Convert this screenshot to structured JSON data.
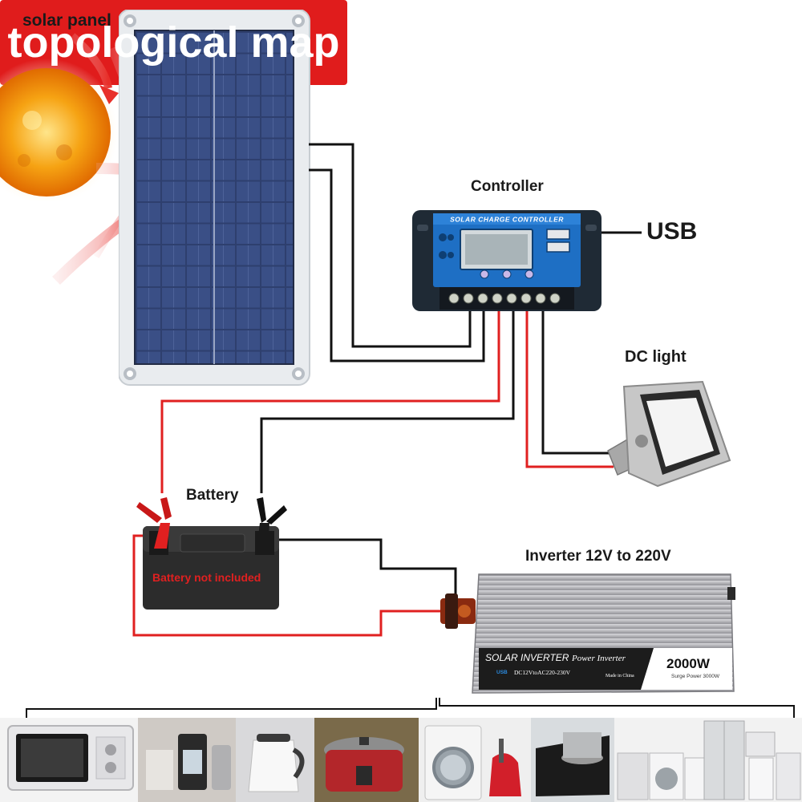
{
  "title": "topological map",
  "labels": {
    "solar_panel": "solar panel",
    "controller": "Controller",
    "usb": "USB",
    "dc_light": "DC light",
    "battery": "Battery",
    "battery_note": "Battery not included",
    "inverter": "Inverter 12V to 220V"
  },
  "controller_face": {
    "brand": "SOLAR CHARGE CONTROLLER"
  },
  "inverter_face": {
    "brand": "SOLAR INVERTER",
    "model": "Power Inverter",
    "spec": "DC12VtoAC220-230V",
    "power": "2000W",
    "surge": "Surge Power 3000W",
    "origin": "Made in China",
    "usb_tag": "USB"
  },
  "appliances": [
    "microwave-oven",
    "coffee-machine",
    "kettle",
    "rice-cooker",
    "washing-machine",
    "vacuum-cleaner",
    "induction-cooker",
    "kitchen-appliances"
  ],
  "colors": {
    "title_bg": "#e01c1c",
    "positive_wire": "#e02020",
    "negative_wire": "#111111",
    "controller_body": "#1f2a35",
    "controller_panel": "#1e6fc4",
    "inverter_body": "#b9b9bd"
  }
}
